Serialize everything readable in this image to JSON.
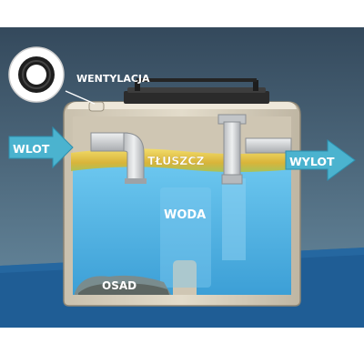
{
  "labels": {
    "ventilation": "WENTYLACJA",
    "inlet": "WLOT",
    "outlet": "WYLOT",
    "grease": "TŁUSZCZ",
    "water": "WODA",
    "sediment": "OSAD"
  },
  "colors": {
    "background_top": "#3a5468",
    "background_bottom": "#5a7d92",
    "floor": "#1f5d95",
    "tank_shell": "#d9d0be",
    "water": "#55b4e3",
    "grease": "#e8c84a",
    "arrow": "#4bb3cf",
    "label_dark": "#2a2a2a",
    "label_light": "#ffffff"
  },
  "icons": [
    "ventilation-ring-icon",
    "inlet-arrow-icon",
    "outlet-arrow-icon",
    "lid-handle-icon"
  ]
}
